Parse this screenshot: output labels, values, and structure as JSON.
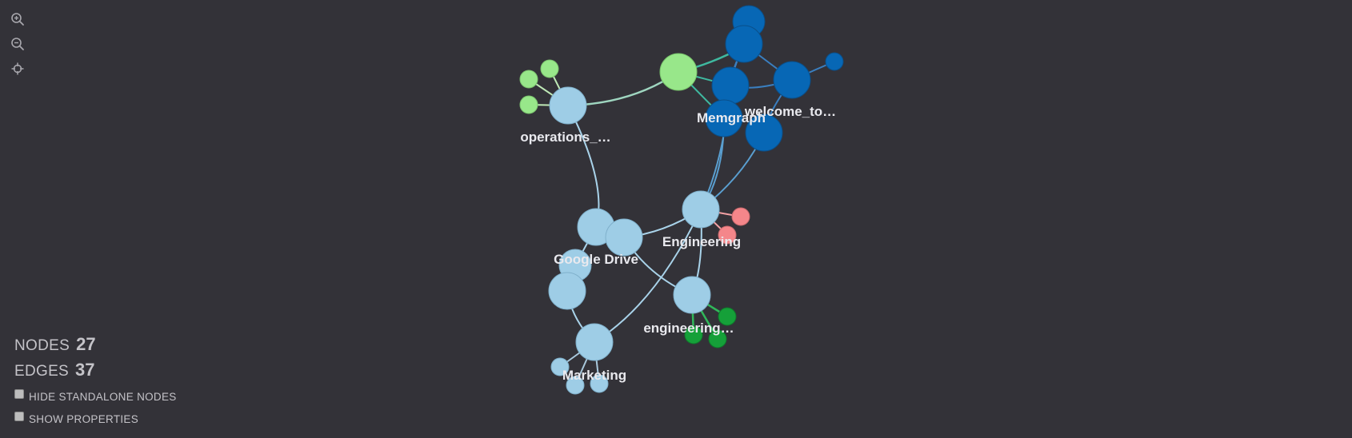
{
  "toolbar": {
    "zoom_in_icon": "zoom-in-icon",
    "zoom_out_icon": "zoom-out-icon",
    "center_icon": "crosshair-icon"
  },
  "stats": {
    "nodes_label": "NODES",
    "nodes_count": "27",
    "edges_label": "EDGES",
    "edges_count": "37"
  },
  "options": {
    "hide_standalone_label": "Hide standalone nodes",
    "hide_standalone_checked": false,
    "show_properties_label": "Show properties",
    "show_properties_checked": false
  },
  "colors": {
    "background": "#333238",
    "light_blue": "#9ecde6",
    "dark_blue": "#0767b5",
    "light_green": "#98e78a",
    "dark_green": "#15a039",
    "pink": "#f4868a"
  },
  "graph": {
    "labels": {
      "operations": "operations_…",
      "memgraph": "Memgraph",
      "welcome": "welcome_to…",
      "engineering": "Engineering",
      "google_drive": "Google Drive",
      "engineering_ch": "engineering…",
      "marketing": "Marketing"
    }
  }
}
